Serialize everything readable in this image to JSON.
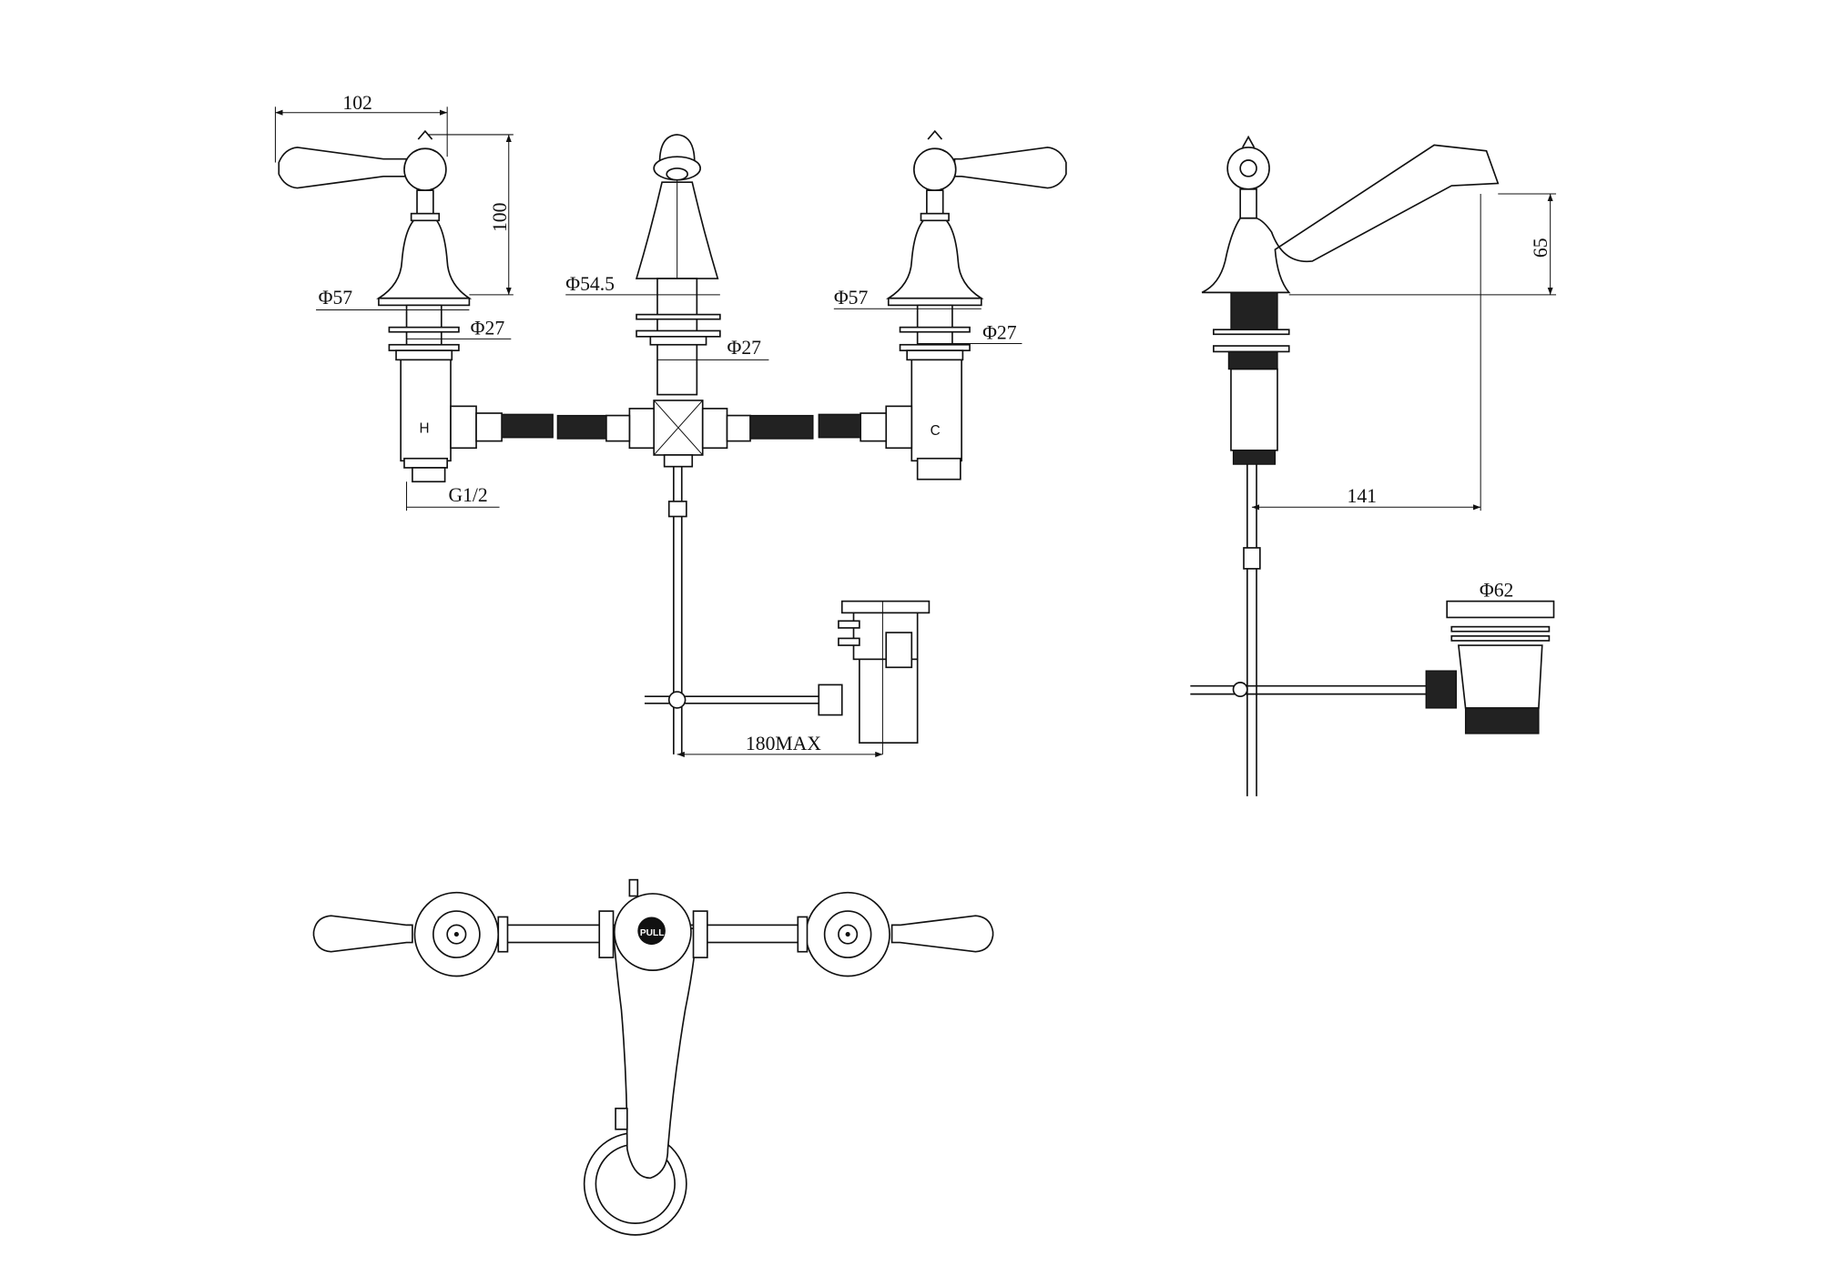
{
  "dimensions": {
    "handle_width": "102",
    "handle_height": "100",
    "hot_base_dia": "Φ57",
    "hot_shank_dia": "Φ27",
    "spout_base_dia": "Φ54.5",
    "spout_shank_dia": "Φ27",
    "cold_base_dia": "Φ57",
    "cold_shank_dia": "Φ27",
    "thread": "G1/2",
    "rod_max": "180MAX",
    "spout_height": "65",
    "spout_reach": "141",
    "waste_dia": "Φ62"
  },
  "labels": {
    "hot": "H",
    "cold": "C",
    "pull": "PULL"
  }
}
